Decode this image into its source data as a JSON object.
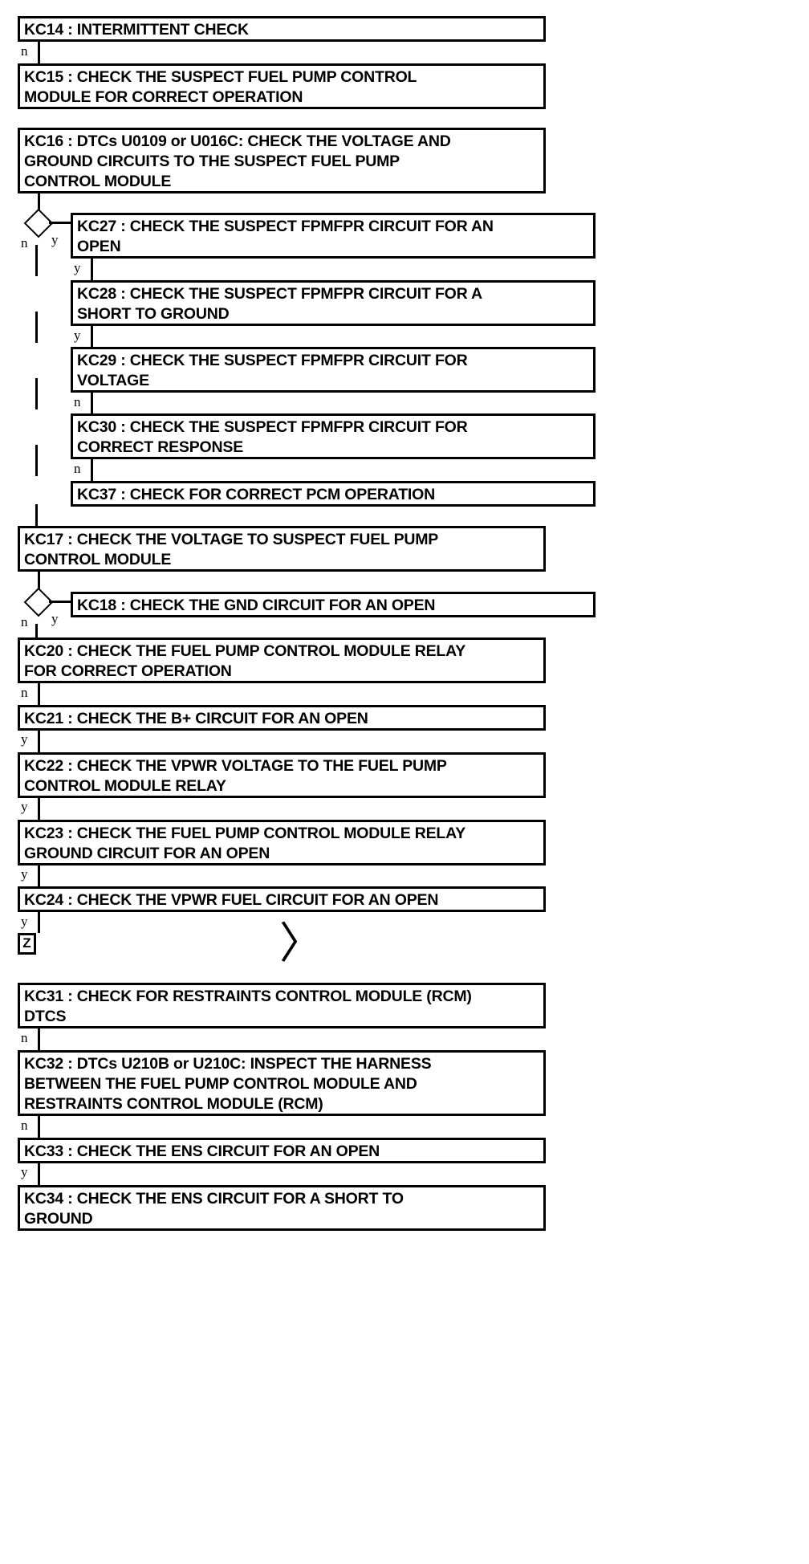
{
  "diagram": {
    "title": "Fuel Pump Control Module Diagnostic Flowchart",
    "type": "flowchart",
    "colors": {
      "line": "#000000",
      "box_fill": "#ffffff",
      "text": "#000000",
      "background": "#ffffff"
    }
  },
  "steps": [
    {
      "id": "KC14",
      "label": "KC14 : INTERMITTENT CHECK"
    },
    {
      "id": "KC15",
      "label": "KC15 : CHECK THE SUSPECT FUEL PUMP CONTROL\nMODULE FOR CORRECT OPERATION"
    },
    {
      "id": "KC16",
      "label": "KC16 : DTCs U0109 or U016C: CHECK THE VOLTAGE AND\nGROUND CIRCUITS TO THE SUSPECT FUEL PUMP\nCONTROL MODULE"
    },
    {
      "id": "KC27",
      "label": "KC27 : CHECK THE SUSPECT FPMFPR CIRCUIT FOR AN\nOPEN"
    },
    {
      "id": "KC28",
      "label": "KC28 : CHECK THE SUSPECT FPMFPR CIRCUIT FOR A\nSHORT TO GROUND"
    },
    {
      "id": "KC29",
      "label": "KC29 : CHECK THE SUSPECT FPMFPR CIRCUIT FOR\nVOLTAGE"
    },
    {
      "id": "KC30",
      "label": "KC30 : CHECK THE SUSPECT FPMFPR CIRCUIT FOR\nCORRECT RESPONSE"
    },
    {
      "id": "KC37",
      "label": "KC37 : CHECK FOR CORRECT PCM OPERATION"
    },
    {
      "id": "KC17",
      "label": "KC17 : CHECK THE VOLTAGE TO SUSPECT FUEL PUMP\nCONTROL MODULE"
    },
    {
      "id": "KC18",
      "label": "KC18 : CHECK THE GND CIRCUIT FOR AN OPEN"
    },
    {
      "id": "KC20",
      "label": "KC20 : CHECK THE FUEL PUMP CONTROL MODULE RELAY\nFOR CORRECT OPERATION"
    },
    {
      "id": "KC21",
      "label": "KC21 : CHECK THE B+ CIRCUIT FOR AN OPEN"
    },
    {
      "id": "KC22",
      "label": "KC22 : CHECK THE VPWR VOLTAGE TO THE FUEL PUMP\nCONTROL MODULE RELAY"
    },
    {
      "id": "KC23",
      "label": "KC23 : CHECK THE FUEL PUMP CONTROL MODULE RELAY\nGROUND CIRCUIT FOR AN OPEN"
    },
    {
      "id": "KC24",
      "label": "KC24 : CHECK THE VPWR FUEL CIRCUIT FOR AN OPEN"
    },
    {
      "id": "KC31",
      "label": "KC31 : CHECK FOR RESTRAINTS CONTROL MODULE (RCM)\nDTCS"
    },
    {
      "id": "KC32",
      "label": "KC32 : DTCs U210B or U210C: INSPECT THE HARNESS\nBETWEEN THE FUEL PUMP CONTROL MODULE AND\nRESTRAINTS CONTROL MODULE (RCM)"
    },
    {
      "id": "KC33",
      "label": "KC33 : CHECK THE ENS CIRCUIT FOR AN OPEN"
    },
    {
      "id": "KC34",
      "label": "KC34 : CHECK THE ENS CIRCUIT FOR A SHORT TO\nGROUND"
    }
  ],
  "branches": {
    "kc14_to_kc15": "n",
    "diamond1_no": "n",
    "diamond1_yes": "y",
    "kc27_to_kc28": "y",
    "kc28_to_kc29": "y",
    "kc29_to_kc30": "n",
    "kc30_to_kc37": "n",
    "diamond2_no": "n",
    "diamond2_yes": "y",
    "kc20_to_kc21": "n",
    "kc21_to_kc22": "y",
    "kc22_to_kc23": "y",
    "kc23_to_kc24": "y",
    "kc24_to_z": "y",
    "kc31_to_kc32": "n",
    "kc32_to_kc33": "n",
    "kc33_to_kc34": "y"
  },
  "connectors": {
    "offpage_tag": "Z",
    "arrow_glyph": "〉"
  }
}
